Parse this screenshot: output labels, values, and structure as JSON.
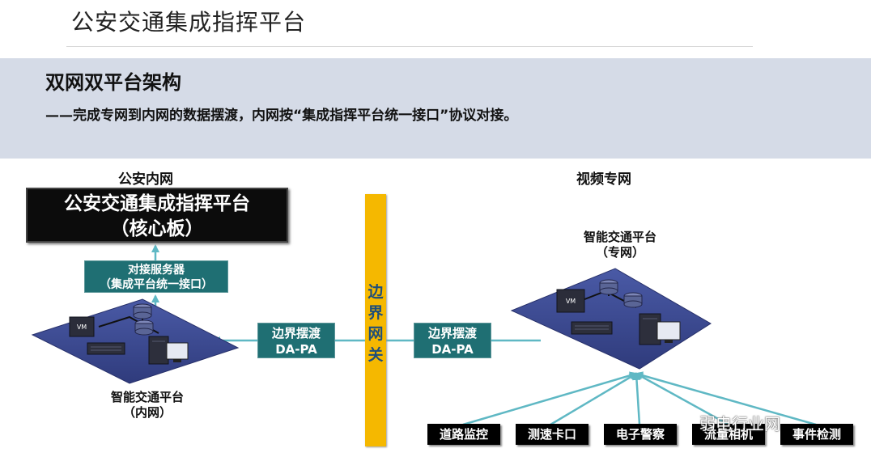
{
  "page_title": "公安交通集成指挥平台",
  "banner": {
    "heading": "双网双平台架构",
    "subheading": "——完成专网到内网的数据摆渡，内网按“集成指挥平台统一接口”协议对接。"
  },
  "left_network_label": "公安内网",
  "right_network_label": "视频专网",
  "core_platform": {
    "line1": "公安交通集成指挥平台",
    "line2": "（核心板）"
  },
  "interface_server": {
    "line1": "对接服务器",
    "line2": "（集成平台统一接口）"
  },
  "left_platform": {
    "line1": "智能交通平台",
    "line2": "（内网）",
    "vm_label": "VM"
  },
  "right_platform": {
    "line1": "智能交通平台",
    "line2": "（专网）",
    "vm_label": "VM"
  },
  "ferry_left": {
    "line1": "边界摆渡",
    "line2": "DA-PA"
  },
  "ferry_right": {
    "line1": "边界摆渡",
    "line2": "DA-PA"
  },
  "gateway": [
    "边",
    "界",
    "网",
    "关"
  ],
  "sources": [
    "道路监控",
    "测速卡口",
    "电子警察",
    "流量相机",
    "事件检测"
  ],
  "watermark": "弱电行业网",
  "colors": {
    "banner": "#d5dbe7",
    "teal": "#1f6f73",
    "gateway": "#f5b800",
    "platform": "#3c4a91",
    "arrow": "#5fb8c4"
  }
}
